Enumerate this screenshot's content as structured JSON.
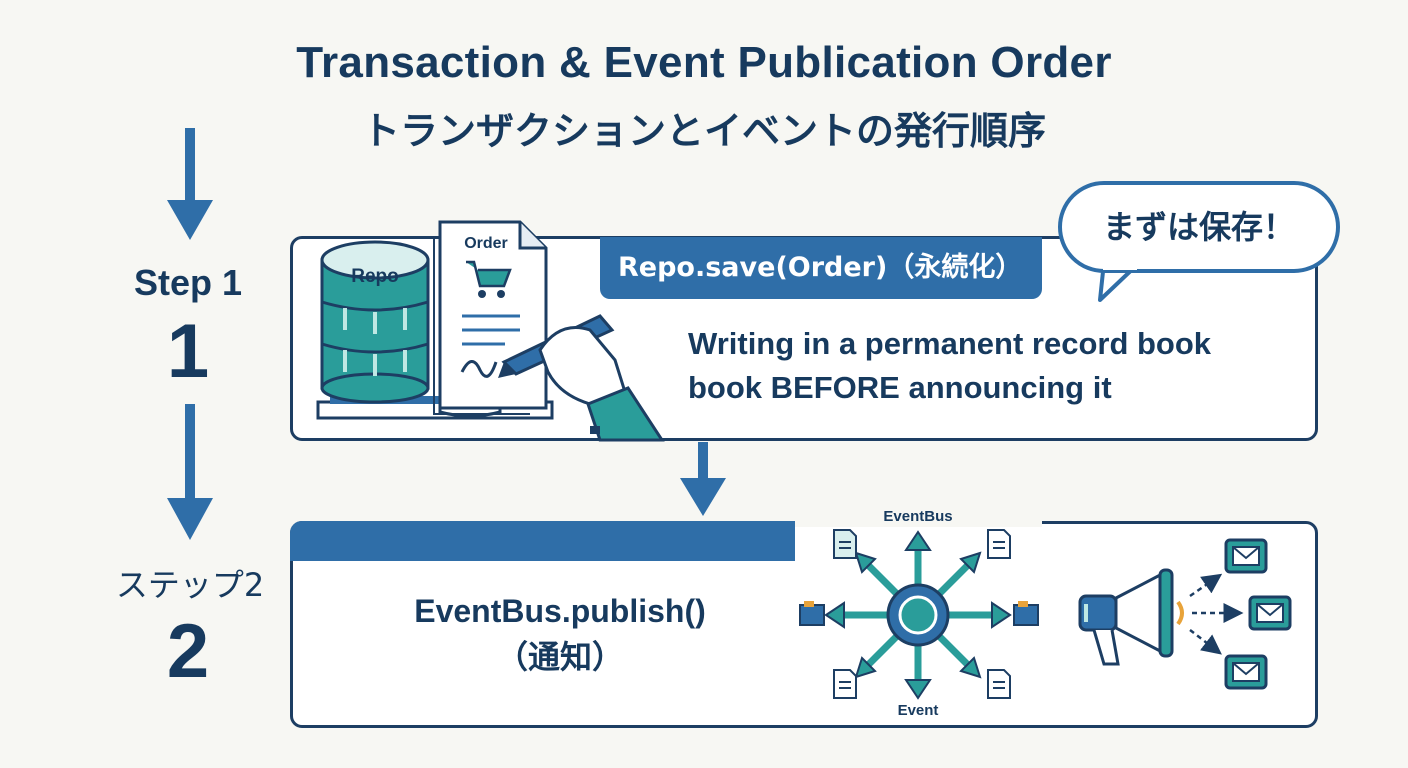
{
  "title": {
    "english": "Transaction & Event Publication Order",
    "japanese": "トランザクションとイベントの発行順序"
  },
  "step1": {
    "label": "Step 1",
    "number": "1",
    "repo_label": "Repo",
    "order_label": "Order",
    "call": "Repo.save(Order)（永続化）",
    "description_line1": "Writing in a permanent record book",
    "description_line2": "book BEFORE announcing it",
    "bubble": "まずは保存！"
  },
  "step2": {
    "label": "ステップ2",
    "number": "2",
    "call_line1": "EventBus.publish()",
    "call_line2": "（通知）",
    "hub_top_label": "EventBus",
    "hub_bottom_label": "Event"
  },
  "colors": {
    "navy": "#173a5e",
    "blue": "#2f6ea8",
    "teal": "#2a9d9a",
    "background": "#f7f7f3"
  },
  "icons": [
    "down-arrow-icon",
    "database-icon",
    "order-document-icon",
    "shopping-cart-icon",
    "pen-hand-icon",
    "hub-icon",
    "document-icon",
    "folder-icon",
    "megaphone-icon",
    "mail-icon"
  ]
}
